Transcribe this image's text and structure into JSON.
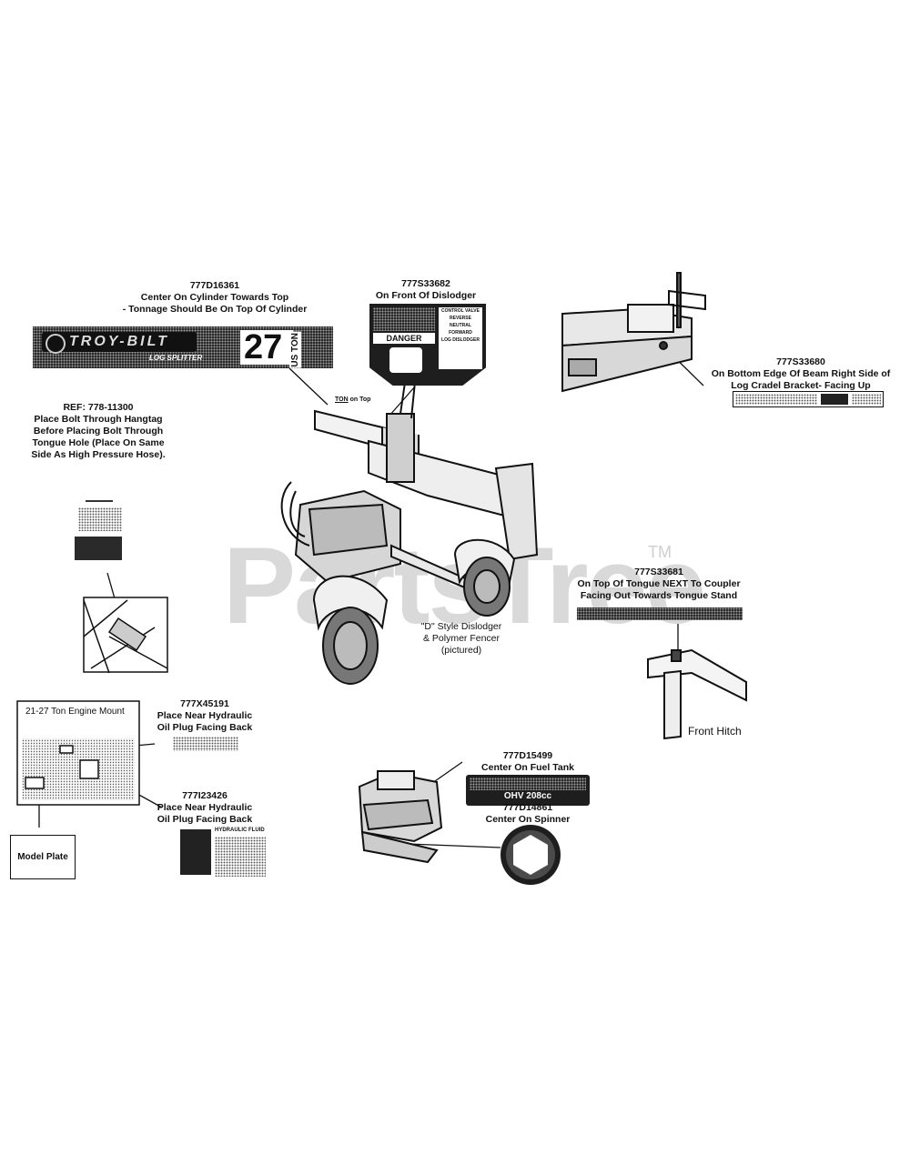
{
  "labels": {
    "l1_part": "777D16361",
    "l1_line1": "Center On Cylinder Towards Top",
    "l1_line2": "- Tonnage Should Be On Top Of Cylinder",
    "l2_part": "777S33682",
    "l2_line1": "On Front Of Dislodger",
    "l3_part": "777S33680",
    "l3_line1": "On Bottom Edge Of Beam Right Side of",
    "l3_line2": "Log Cradel Bracket- Facing Up",
    "ref_line1": "REF: 778-11300",
    "ref_line2": "Place Bolt Through Hangtag",
    "ref_line3": "Before Placing Bolt Through",
    "ref_line4": "Tongue Hole (Place On Same",
    "ref_line5": "Side As High Pressure Hose).",
    "ton_on_top_a": "TON",
    "ton_on_top_b": "on Top",
    "dislodger_line1": "\"D\" Style Dislodger",
    "dislodger_line2": "& Polymer Fencer",
    "dislodger_line3": "(pictured)",
    "l4_part": "777S33681",
    "l4_line1": "On Top Of Tongue NEXT To Coupler",
    "l4_line2": "Facing Out Towards Tongue Stand",
    "front_hitch": "Front Hitch",
    "engine_mount": "21-27 Ton Engine Mount",
    "l5_part": "777X45191",
    "l5_line1": "Place Near Hydraulic",
    "l5_line2": "Oil Plug Facing Back",
    "l6_part": "777I23426",
    "l6_line1": "Place Near Hydraulic",
    "l6_line2": "Oil Plug Facing Back",
    "model_plate": "Model Plate",
    "l7_part": "777D15499",
    "l7_line1": "Center On Fuel Tank",
    "l8_part": "777D14861",
    "l8_line1": "Center On Spinner"
  },
  "decals": {
    "tonnage_number": "27",
    "tonnage_unit": "US TON",
    "brand_text": "TROY-BILT",
    "brand_sub": "LOG SPLITTER",
    "danger_word": "DANGER",
    "control_valve": "CONTROL VALVE",
    "cv_reverse": "REVERSE",
    "cv_neutral": "NEUTRAL",
    "cv_forward": "FORWARD",
    "cv_dislodger": "LOG DISLODGER",
    "fuel_ohv": "OHV 208cc",
    "hydraulic_fluid": "HYDRAULIC FLUID"
  },
  "watermark": {
    "text": "PartsTree",
    "tm": "TM"
  },
  "colors": {
    "ink": "#111111",
    "watermark": "#d9d9d9",
    "decal_dark": "#1e1e1e"
  }
}
